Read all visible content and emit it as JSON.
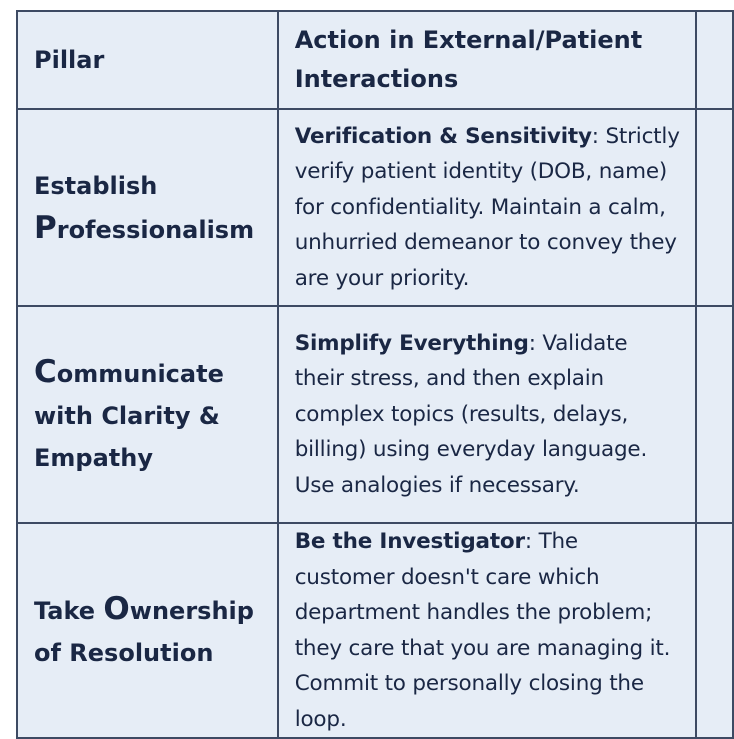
{
  "headers": [
    "Pillar",
    "Action in External/Patient Interactions"
  ],
  "rows": [
    {
      "pillar_initial": "",
      "pillar_pre": "Establish ",
      "pillar_cap": "P",
      "pillar_rest": "rofessionalism",
      "action_title": "Verification & Sensitivity",
      "action_text": ": Strictly verify patient identity (DOB, name) for confidentiality. Maintain a calm, unhurried demeanor to convey they are your priority."
    },
    {
      "pillar_pre": "",
      "pillar_cap": "C",
      "pillar_rest": "ommunicate with Clarity & Empathy",
      "action_title": "Simplify Everything",
      "action_text": ": Validate their stress, and then explain complex topics (results, delays, billing) using everyday language. Use analogies if necessary."
    },
    {
      "pillar_pre": "Take ",
      "pillar_cap": "O",
      "pillar_rest": "wnership of Resolution",
      "action_title": "Be the Investigator",
      "action_text": ": The customer doesn't care which department handles the problem; they care that you are managing it. Commit to personally closing the loop."
    }
  ]
}
